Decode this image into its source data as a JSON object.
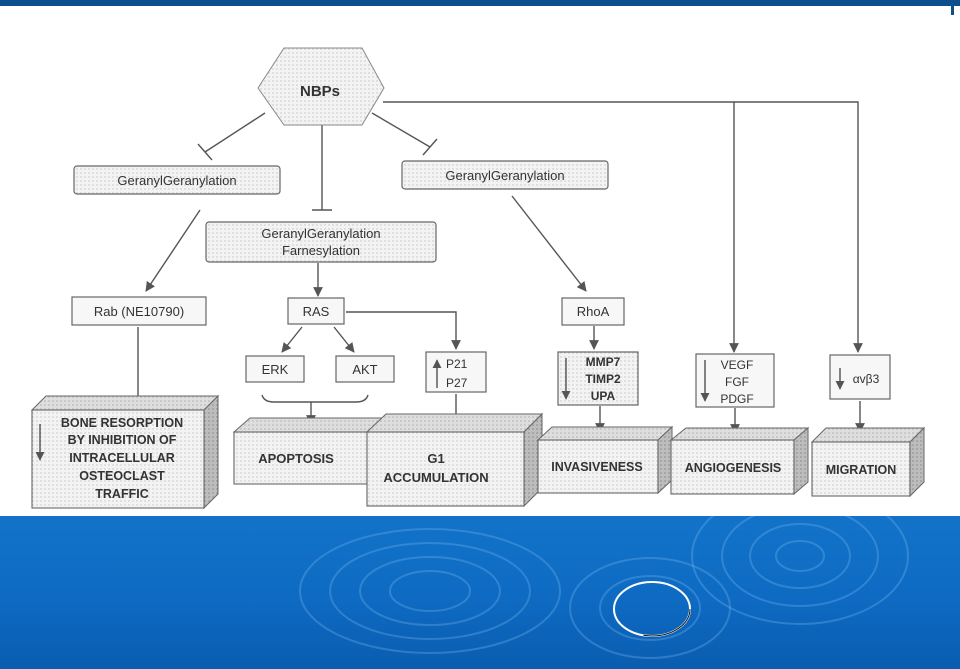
{
  "nodes": {
    "nbps": "NBPs",
    "gg_left": "GeranylGeranylation",
    "gg_center_line1": "GeranylGeranylation",
    "gg_center_line2": "Farnesylation",
    "gg_right": "GeranylGeranylation",
    "rab": "Rab (NE10790)",
    "ras": "RAS",
    "erk": "ERK",
    "akt": "AKT",
    "p21": "P21",
    "p27": "P27",
    "rhoa": "RhoA",
    "mmp7": "MMP7",
    "timp2": "TIMP2",
    "upa": "UPA",
    "vegf": "VEGF",
    "fgf": "FGF",
    "pdgf": "PDGF",
    "integrin": "αvβ3"
  },
  "outcomes": {
    "bone_line1": "BONE RESORPTION",
    "bone_line2": "BY INHIBITION OF",
    "bone_line3": "INTRACELLULAR",
    "bone_line4": "OSTEOCLAST",
    "bone_line5": "TRAFFIC",
    "apoptosis": "APOPTOSIS",
    "g1_line1": "G1",
    "g1_line2": "ACCUMULATION",
    "invasiveness": "INVASIVENESS",
    "angiogenesis": "ANGIOGENESIS",
    "migration": "MIGRATION"
  },
  "colors": {
    "line": "#555555",
    "box_stroke": "#666666",
    "box_fill": "#f4f4f4",
    "cube_front": "#eeeeee",
    "cube_top": "#dcdcdc",
    "cube_side": "#bdbdbd",
    "footer_blue": "#0e6ac2"
  }
}
